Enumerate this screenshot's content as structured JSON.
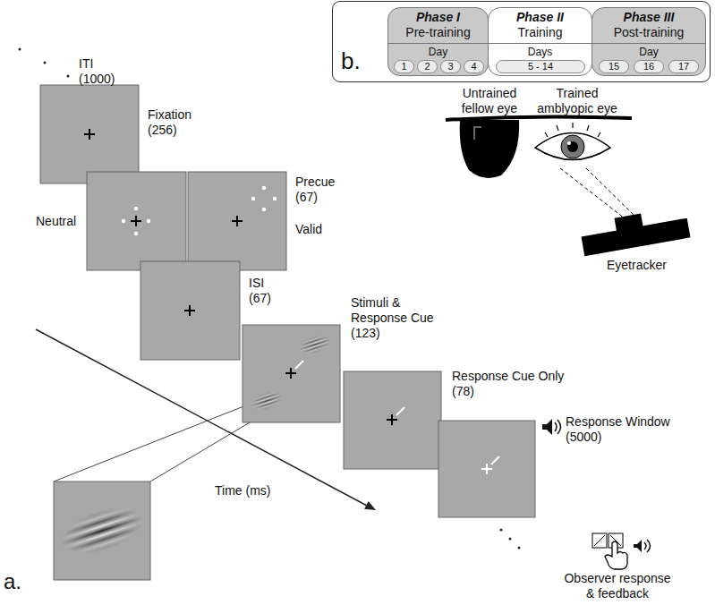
{
  "diagram": {
    "nodes": [
      {
        "text": [
          "b."
        ]
      },
      {
        "text": [
          "Phase I",
          "Pre-training",
          "Day"
        ],
        "in": 0
      },
      {
        "text": [
          "1"
        ],
        "in": 1
      },
      {
        "text": [
          "2"
        ],
        "in": 1
      },
      {
        "text": [
          "3"
        ],
        "in": 1
      },
      {
        "text": [
          "4"
        ],
        "in": 1
      },
      {
        "text": [
          "Phase II",
          "Training",
          "Days"
        ],
        "in": 0
      },
      {
        "text": [
          "5 - 14"
        ],
        "in": 6
      },
      {
        "text": [
          "Phase III",
          "Post-training",
          "Day"
        ],
        "in": 0
      },
      {
        "text": [
          "15"
        ],
        "in": 8
      },
      {
        "text": [
          "16"
        ],
        "in": 8
      },
      {
        "text": [
          "17"
        ],
        "in": 8
      }
    ],
    "labels": [
      "ITI (1000)",
      "Fixation (256)",
      "Neutral",
      "Precue (67)",
      "Valid",
      "ISI (67)",
      "Stimuli & Response Cue (123)",
      "Response Cue Only (78)",
      "Response Window (5000)",
      "Time (ms)",
      "Untrained fellow eye",
      "Trained amblyopic eye",
      "Eyetracker",
      "Observer response & feedback",
      "a."
    ]
  }
}
